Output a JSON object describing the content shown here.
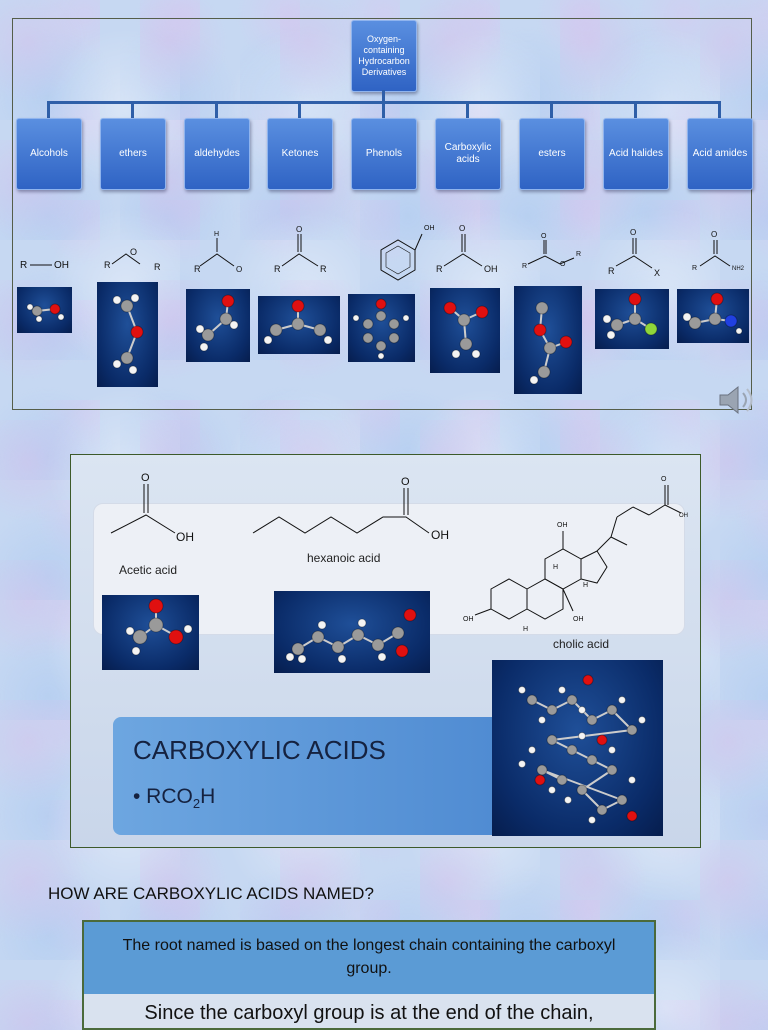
{
  "tree": {
    "root": "Oxygen-containing Hydrocarbon Derivatives",
    "categories": [
      "Alcohols",
      "ethers",
      "aldehydes",
      "Ketones",
      "Phenols",
      "Carboxylic acids",
      "esters",
      "Acid halides",
      "Acid amides"
    ]
  },
  "structures": {
    "R": "R",
    "OH": "OH",
    "O": "O",
    "H": "H",
    "X": "X",
    "NH2": "NH2"
  },
  "slide": {
    "compounds": [
      "Acetic acid",
      "hexanoic acid",
      "cholic acid"
    ],
    "title": "CARBOXYLIC ACIDS",
    "bullet": "• RCO",
    "bullet_sub": "2",
    "bullet_end": "H"
  },
  "question": "HOW ARE CARBOXYLIC ACIDS NAMED?",
  "table": {
    "header": "The root named is based on the longest chain containing the carboxyl group.",
    "row": "Since the carboxyl group is at the end of the chain,"
  },
  "colors": {
    "node": "#3a6fd0",
    "mol_bg": "#0a2b68",
    "oxygen": "#e01010",
    "carbon": "#9a9a9a",
    "hydrogen": "#f4f4f4",
    "halogen": "#8fd63a",
    "nitrogen": "#2040e0"
  },
  "icons": {
    "speaker": "speaker-icon"
  }
}
